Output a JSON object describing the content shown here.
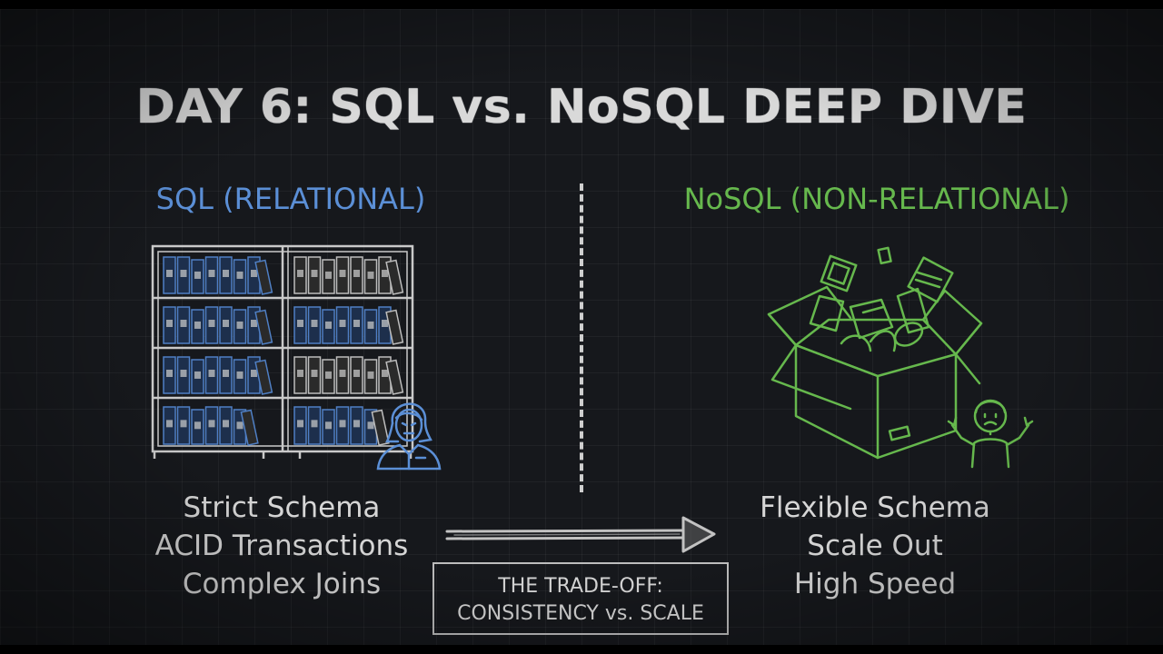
{
  "title": "DAY 6: SQL vs. NoSQL DEEP DIVE",
  "left": {
    "heading": "SQL (RELATIONAL)",
    "features": [
      "Strict Schema",
      "ACID Transactions",
      "Complex Joins"
    ],
    "illustration": "bookshelf-with-librarian",
    "color": "#5b8fd6"
  },
  "right": {
    "heading": "NoSQL (NON-RELATIONAL)",
    "features": [
      "Flexible Schema",
      "Scale Out",
      "High Speed"
    ],
    "illustration": "open-box-with-shrugging-person",
    "color": "#66b84d"
  },
  "tradeoff": {
    "line1": "THE TRADE-OFF:",
    "line2": "CONSISTENCY vs. SCALE"
  },
  "arrow_icon": "right-arrow"
}
